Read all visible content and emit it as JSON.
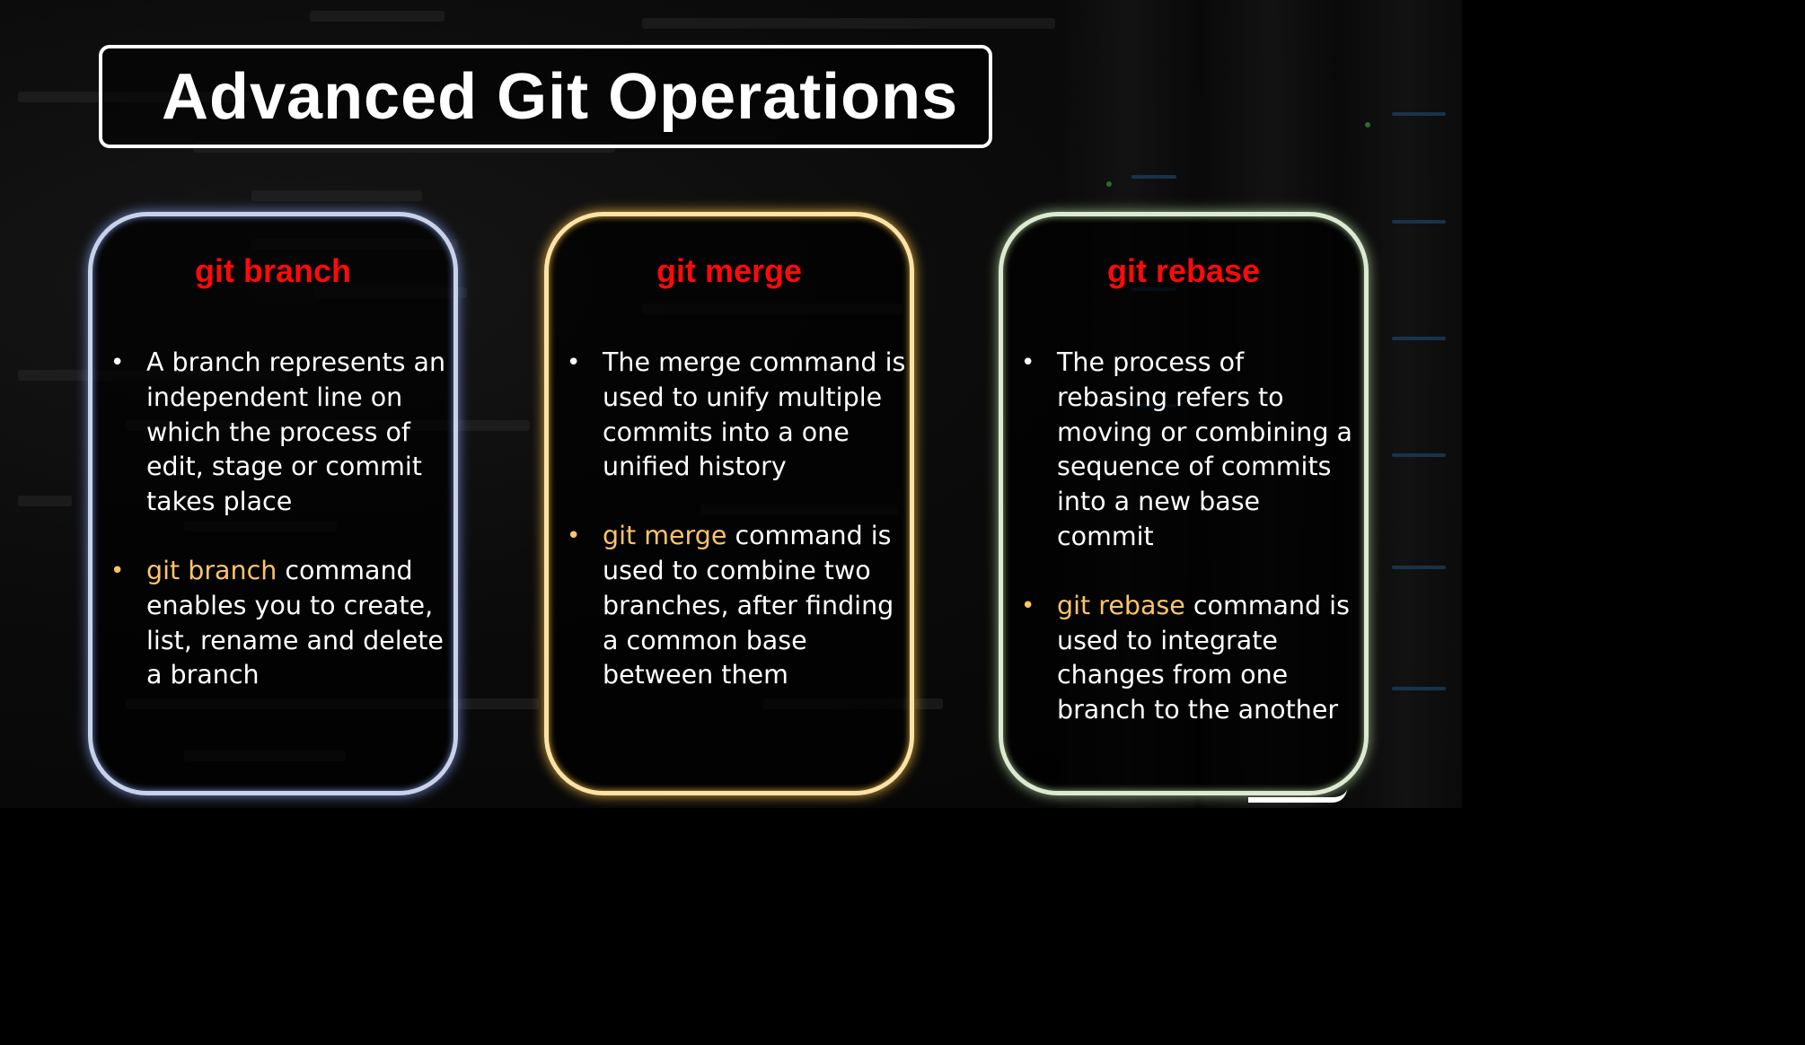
{
  "slide": {
    "title": "Advanced Git Operations"
  },
  "cards": [
    {
      "title": "git branch",
      "items": [
        {
          "bullet": "•",
          "lead": "",
          "text": "A branch represents an independent line on which the process of edit, stage or commit takes place"
        },
        {
          "bullet": "•",
          "lead": "git branch",
          "text": " command enables you to create, list, rename and delete a branch"
        }
      ]
    },
    {
      "title": "git merge",
      "items": [
        {
          "bullet": "•",
          "lead": "",
          "text": "The merge command is used to unify multiple commits into a one unified history"
        },
        {
          "bullet": "•",
          "lead": "git merge",
          "text": " command is used to combine two branches, after finding a common base between them"
        }
      ]
    },
    {
      "title": "git rebase",
      "items": [
        {
          "bullet": "•",
          "lead": "",
          "text": "The process of rebasing refers to moving or combining a sequence of commits into a new base commit"
        },
        {
          "bullet": "•",
          "lead": "git rebase",
          "text": " command is used to integrate changes from one branch to the another"
        }
      ]
    }
  ],
  "colors": {
    "card_title": "#ff0a0a",
    "highlight": "#ffc36a",
    "card_border_1": "#c9d2e8",
    "card_border_2": "#ffe2a6",
    "card_border_3": "#dde9d2"
  }
}
